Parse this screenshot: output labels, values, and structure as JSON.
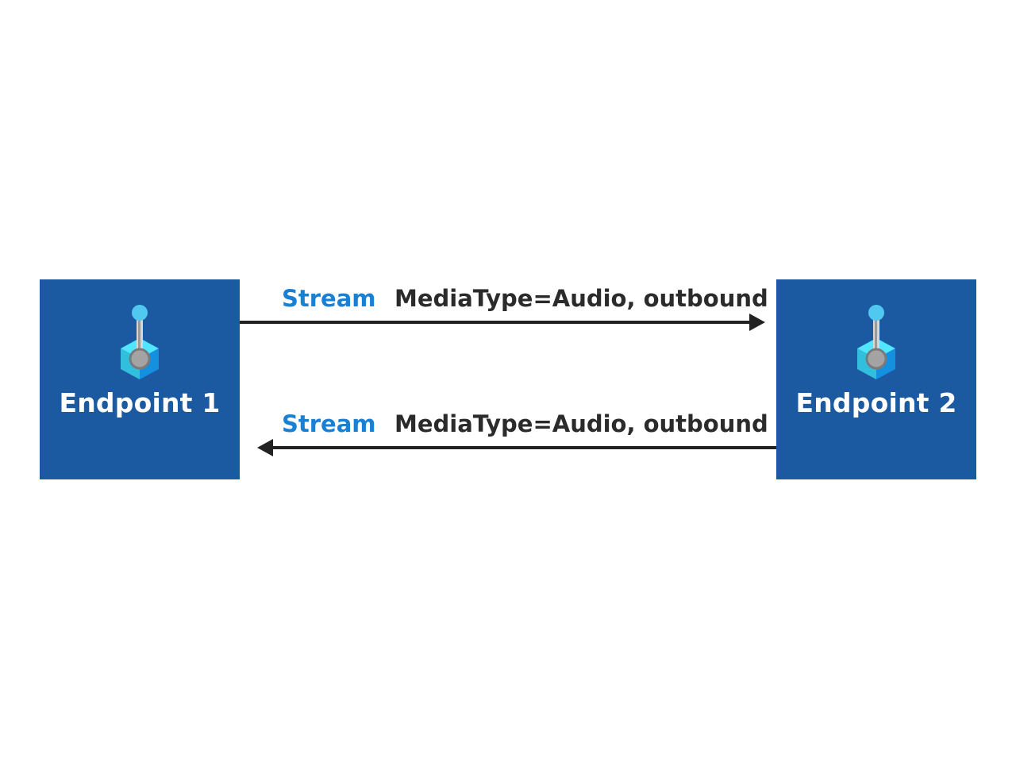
{
  "endpoints": [
    {
      "label": "Endpoint 1",
      "icon": "endpoint-icon"
    },
    {
      "label": "Endpoint 2",
      "icon": "endpoint-icon"
    }
  ],
  "connections": [
    {
      "stream_label": "Stream",
      "media_label": "MediaType=Audio, outbound",
      "direction": "Endpoint 1 → Endpoint 2"
    },
    {
      "stream_label": "Stream",
      "media_label": "MediaType=Audio, outbound",
      "direction": "Endpoint 2 → Endpoint 1"
    }
  ],
  "colors": {
    "endpoint_fill": "#1b5aa0",
    "stream_text": "#1a80d4",
    "media_text": "#2b2b2b",
    "arrow": "#222222",
    "icon_cube_light": "#50e6ff",
    "icon_cube_mid": "#32bedd",
    "icon_cube_dark": "#1490df",
    "icon_pin": "#a3a3a3"
  }
}
